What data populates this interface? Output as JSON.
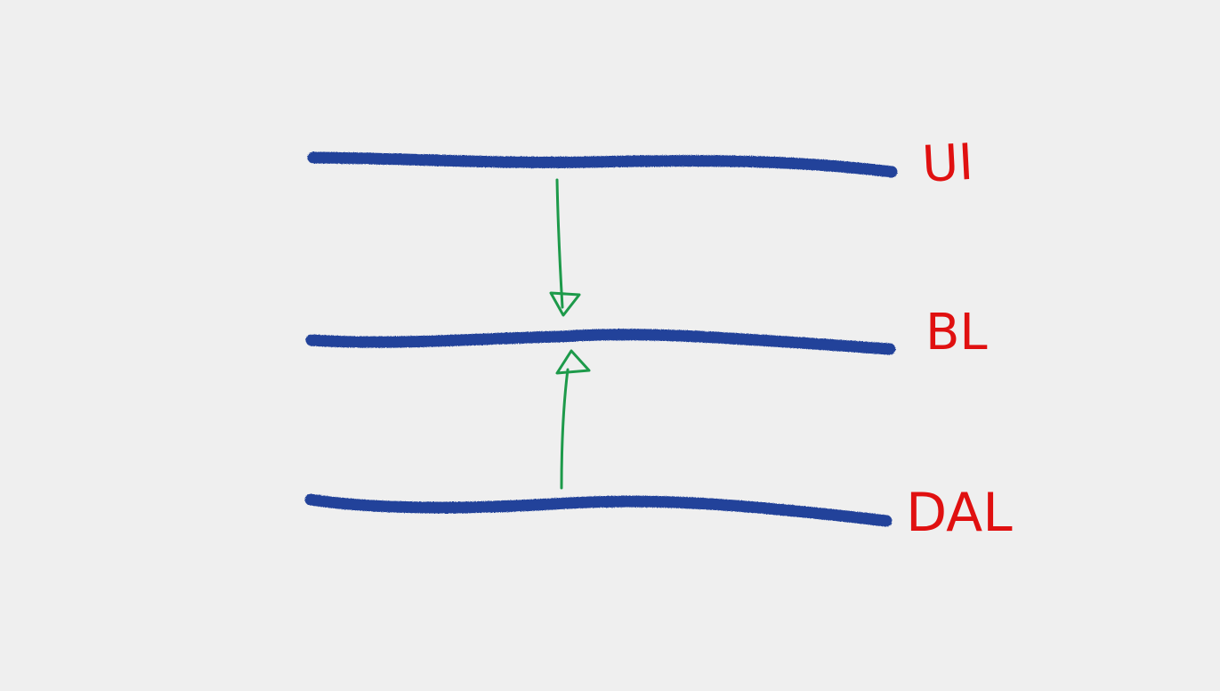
{
  "diagram": {
    "layers": [
      {
        "id": "ui",
        "label": "UI"
      },
      {
        "id": "bl",
        "label": "BL"
      },
      {
        "id": "dal",
        "label": "DAL"
      }
    ],
    "arrows": [
      {
        "from": "ui",
        "to": "bl"
      },
      {
        "from": "dal",
        "to": "bl"
      }
    ]
  },
  "colors": {
    "background": "#efefef",
    "layer_line": "#23439a",
    "label": "#e01010",
    "arrow": "#1d9a4a"
  }
}
